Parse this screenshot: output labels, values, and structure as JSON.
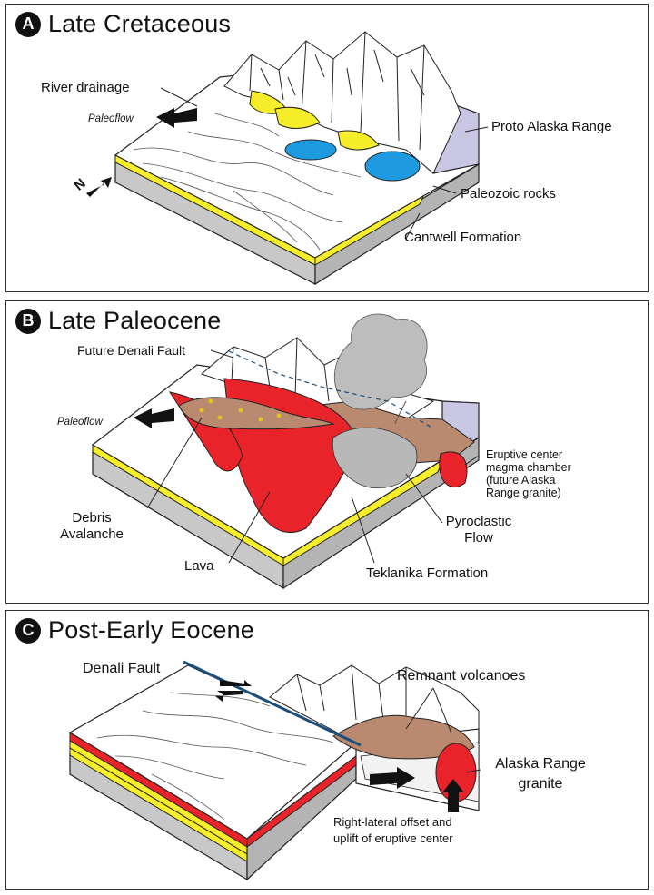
{
  "panels": [
    {
      "letter": "A",
      "title": "Late Cretaceous",
      "labels": {
        "river_drainage": "River drainage",
        "paleoflow": "Paleoflow",
        "proto_alaska_range": "Proto Alaska Range",
        "paleozoic_rocks": "Paleozoic rocks",
        "cantwell_formation": "Cantwell Formation",
        "north": "N"
      }
    },
    {
      "letter": "B",
      "title": "Late Paleocene",
      "labels": {
        "future_denali_fault": "Future Denali Fault",
        "paleoflow": "Paleoflow",
        "eruptive_center_1": "Eruptive center",
        "eruptive_center_2": "magma chamber",
        "eruptive_center_3": "(future Alaska",
        "eruptive_center_4": "Range granite)",
        "debris_1": "Debris",
        "debris_2": "Avalanche",
        "pyroclastic_1": "Pyroclastic",
        "pyroclastic_2": "Flow",
        "lava": "Lava",
        "teklanika_formation": "Teklanika Formation"
      }
    },
    {
      "letter": "C",
      "title": "Post-Early Eocene",
      "labels": {
        "denali_fault": "Denali Fault",
        "remnant_volcanoes": "Remnant volcanoes",
        "alaska_range_granite_1": "Alaska Range",
        "alaska_range_granite_2": "granite",
        "offset_1": "Right-lateral offset and",
        "offset_2": "uplift of eruptive center"
      }
    }
  ],
  "colors": {
    "yellow": "#f6ee2a",
    "gray": "#c8c8c8",
    "blue": "#1e9be0",
    "red": "#e8242a",
    "brown": "#b98a70",
    "lavender": "#c9c6e4",
    "fault": "#1c4f7a"
  }
}
